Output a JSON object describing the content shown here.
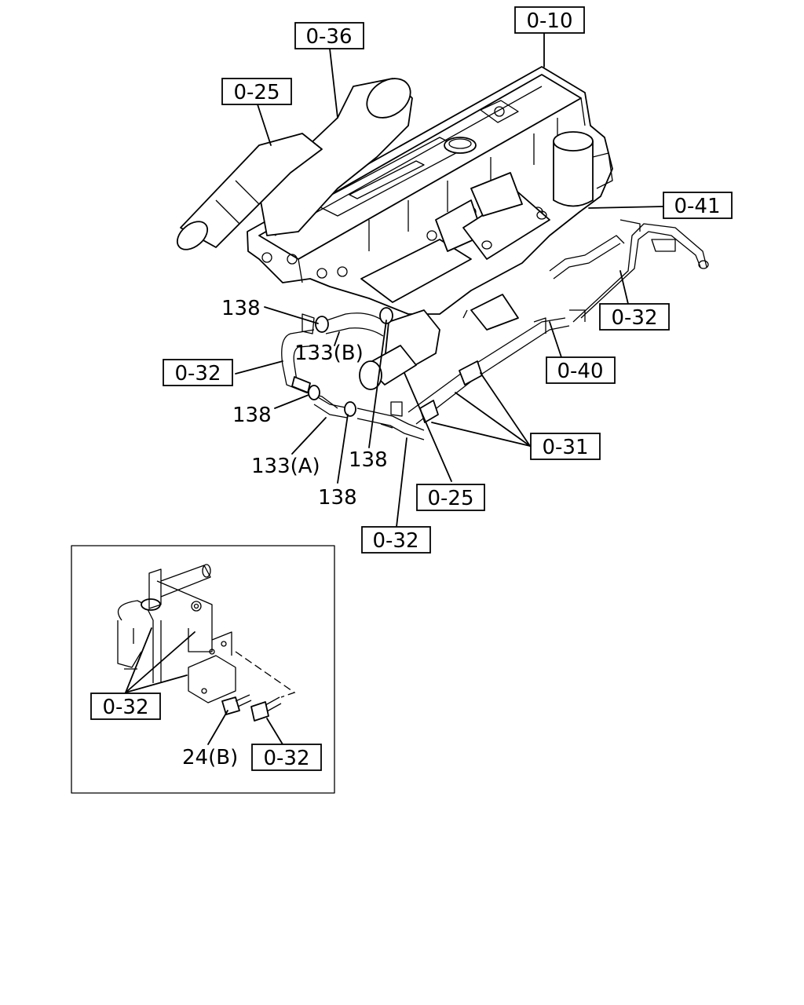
{
  "refs": {
    "r_0_10": "0-10",
    "r_0_36": "0-36",
    "r_0_25_top": "0-25",
    "r_0_41": "0-41",
    "r_0_32_right": "0-32",
    "r_0_32_left": "0-32",
    "r_0_40": "0-40",
    "r_0_31": "0-31",
    "r_0_25_mid": "0-25",
    "r_0_32_bottom": "0-32",
    "r_0_32_inset1": "0-32",
    "r_0_32_inset2": "0-32"
  },
  "parts": {
    "p138_a": "138",
    "p133b": "133(B)",
    "p138_b": "138",
    "p133a": "133(A)",
    "p138_c": "138",
    "p138_d": "138",
    "p24b": "24(B)"
  }
}
